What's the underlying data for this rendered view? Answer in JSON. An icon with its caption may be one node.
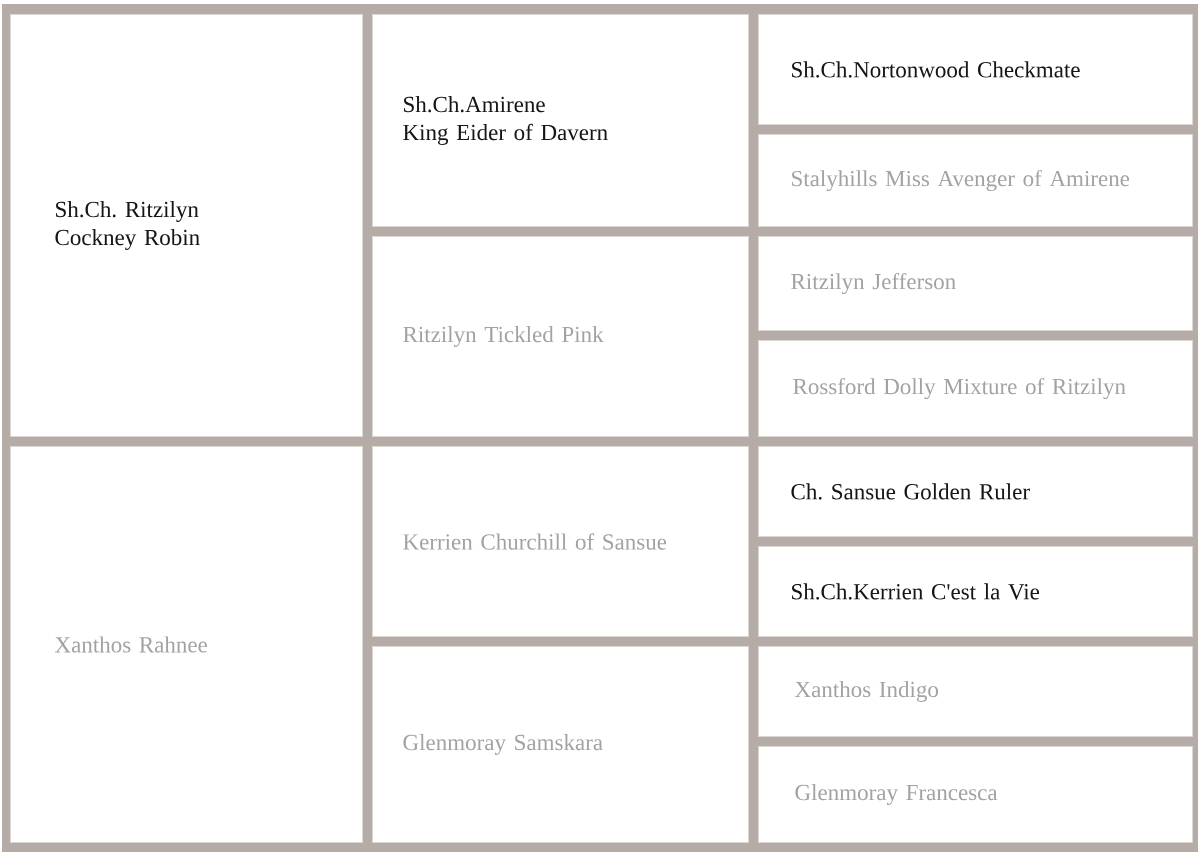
{
  "diagram": {
    "nodes": [
      {
        "text": [
          "Sh.Ch. Ritzilyn Cockney Robin"
        ]
      },
      {
        "text": [
          "Sh.Ch.Amirene King Eider of Davern"
        ]
      },
      {
        "text": [
          "Sh.Ch.Nortonwood Checkmate"
        ]
      },
      {
        "text": [
          "Stalyhills Miss Avenger of Amirene"
        ]
      },
      {
        "text": [
          "Ritzilyn Tickled Pink"
        ]
      },
      {
        "text": [
          "Ritzilyn Jefferson"
        ]
      },
      {
        "text": [
          "Rossford Dolly Mixture of Ritzilyn"
        ]
      },
      {
        "text": [
          "Xanthos Rahnee"
        ]
      },
      {
        "text": [
          "Kerrien Churchill of Sansue"
        ]
      },
      {
        "text": [
          "Ch. Sansue Golden Ruler"
        ]
      },
      {
        "text": [
          "Sh.Ch.Kerrien C'est la Vie"
        ]
      },
      {
        "text": [
          "Glenmoray Samskara"
        ]
      },
      {
        "text": [
          "Xanthos Indigo"
        ]
      },
      {
        "text": [
          "Glenmoray Francesca"
        ]
      }
    ]
  }
}
